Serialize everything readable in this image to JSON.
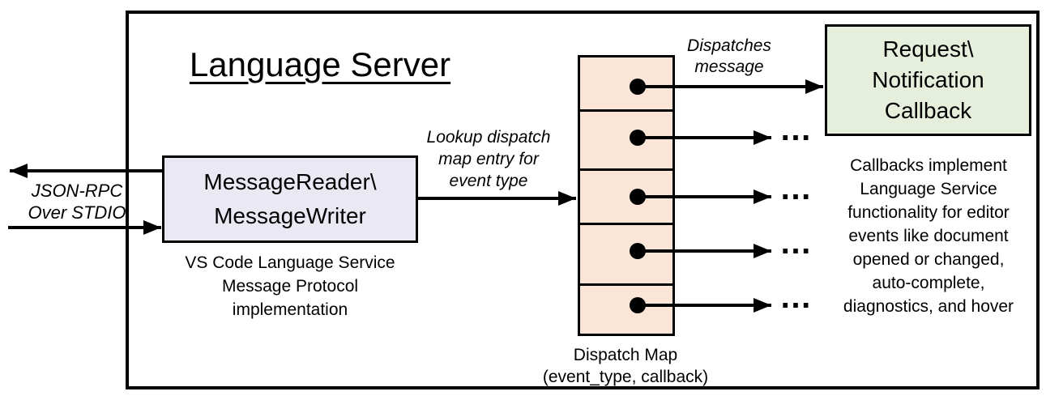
{
  "diagram": {
    "title": "Language Server",
    "io_label": {
      "line1": "JSON-RPC",
      "line2": "Over STDIO"
    },
    "reader_box": {
      "line1": "MessageReader\\",
      "line2": "MessageWriter"
    },
    "reader_caption": {
      "line1": "VS Code Language Service",
      "line2": "Message Protocol implementation"
    },
    "lookup_label": {
      "line1": "Lookup dispatch",
      "line2": "map entry for",
      "line3": "event type"
    },
    "dispatches_label": {
      "line1": "Dispatches",
      "line2": "message"
    },
    "callback_box": {
      "line1": "Request\\",
      "line2": "Notification",
      "line3": "Callback"
    },
    "callbacks_note": {
      "line1": "Callbacks implement",
      "line2": "Language Service",
      "line3": "functionality for editor",
      "line4": "events like document",
      "line5": "opened or changed,",
      "line6": "auto-complete,",
      "line7": "diagnostics, and hover"
    },
    "dispatch_label": {
      "line1": "Dispatch Map",
      "line2": "(event_type, callback)"
    },
    "ellipsis": "…",
    "colors": {
      "reader_fill": "#E9E8F3",
      "dispatch_fill": "#FBE5D6",
      "callback_fill": "#E5EFDC",
      "line": "#000000",
      "background": "#FFFFFF"
    }
  }
}
